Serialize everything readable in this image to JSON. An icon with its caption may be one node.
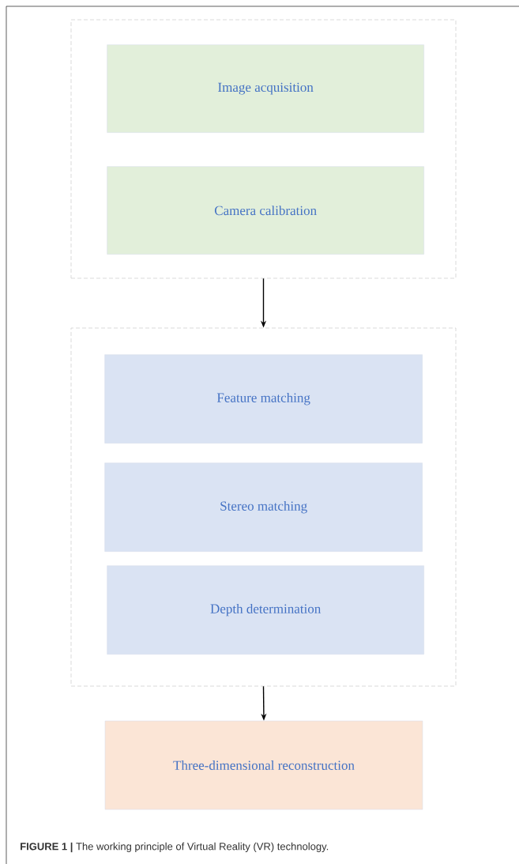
{
  "diagram": {
    "caption": "**FIGURE 1 |** The working principle of Virtual Reality (VR) technology.",
    "nodes": [
      {
        "text": [],
        "shape": "box"
      },
      {
        "text": [
          "Image acquisition"
        ],
        "in": 0
      },
      {
        "text": [
          "Camera calibration"
        ],
        "in": 0
      },
      {
        "text": [],
        "shape": "box"
      },
      {
        "text": [
          "Feature matching"
        ],
        "in": 3
      },
      {
        "text": [
          "Stereo matching"
        ],
        "in": 3
      },
      {
        "text": [
          "Depth determination"
        ],
        "in": 3
      },
      {
        "text": [
          "Three-dimensional reconstruction"
        ]
      }
    ],
    "edges": [
      {
        "from": 0,
        "to": 3,
        "arrow": "to"
      },
      {
        "from": 3,
        "to": 7,
        "arrow": "to"
      }
    ]
  }
}
